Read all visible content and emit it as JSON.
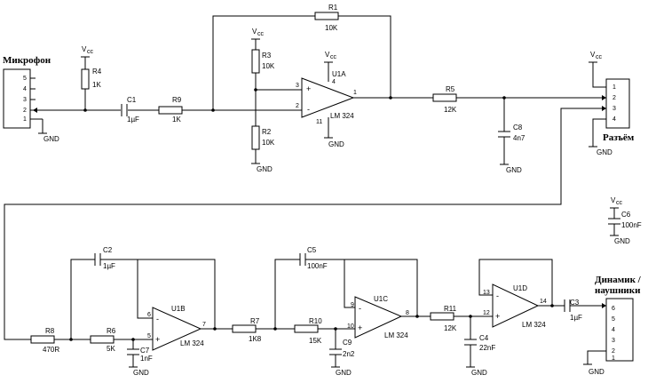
{
  "connectors": {
    "microphone": {
      "title": "Микрофон",
      "pins": [
        "5",
        "4",
        "3",
        "2",
        "1"
      ],
      "gnd": "GND"
    },
    "razem": {
      "title": "Разъём",
      "pins": [
        "1",
        "2",
        "3",
        "4"
      ],
      "gnd": "GND"
    },
    "speaker": {
      "title_line1": "Динамик /",
      "title_line2": "наушники",
      "pins": [
        "6",
        "5",
        "4",
        "3",
        "2",
        "1"
      ],
      "gnd": "GND"
    }
  },
  "power": {
    "vcc_main": "V",
    "vcc_sub": "cc",
    "gnd": "GND"
  },
  "resistors": {
    "R1": {
      "name": "R1",
      "value": "10K"
    },
    "R2": {
      "name": "R2",
      "value": "10K"
    },
    "R3": {
      "name": "R3",
      "value": "10K"
    },
    "R4": {
      "name": "R4",
      "value": "1K"
    },
    "R5": {
      "name": "R5",
      "value": "12K"
    },
    "R6": {
      "name": "R6",
      "value": "5K"
    },
    "R7": {
      "name": "R7",
      "value": "1K8"
    },
    "R8": {
      "name": "R8",
      "value": "470R"
    },
    "R9": {
      "name": "R9",
      "value": "1K"
    },
    "R10": {
      "name": "R10",
      "value": "15K"
    },
    "R11": {
      "name": "R11",
      "value": "12K"
    }
  },
  "capacitors": {
    "C1": {
      "name": "C1",
      "value": "1µF"
    },
    "C2": {
      "name": "C2",
      "value": "1µF"
    },
    "C3": {
      "name": "C3",
      "value": "1µF"
    },
    "C4": {
      "name": "C4",
      "value": "22nF"
    },
    "C5": {
      "name": "C5",
      "value": "100nF"
    },
    "C6": {
      "name": "C6",
      "value": "100nF"
    },
    "C7": {
      "name": "C7",
      "value": "1nF"
    },
    "C8": {
      "name": "C8",
      "value": "4n7"
    },
    "C9": {
      "name": "C9",
      "value": "2n2"
    }
  },
  "opamps": {
    "U1A": {
      "name": "U1A",
      "part": "LM 324",
      "pins": [
        "3",
        "2",
        "1",
        "4",
        "11"
      ]
    },
    "U1B": {
      "name": "U1B",
      "part": "LM 324",
      "pins": [
        "6",
        "5",
        "7"
      ]
    },
    "U1C": {
      "name": "U1C",
      "part": "LM 324",
      "pins": [
        "9",
        "10",
        "8"
      ]
    },
    "U1D": {
      "name": "U1D",
      "part": "LM 324",
      "pins": [
        "13",
        "12",
        "14"
      ]
    }
  },
  "signs": {
    "plus": "+",
    "minus": "-"
  }
}
